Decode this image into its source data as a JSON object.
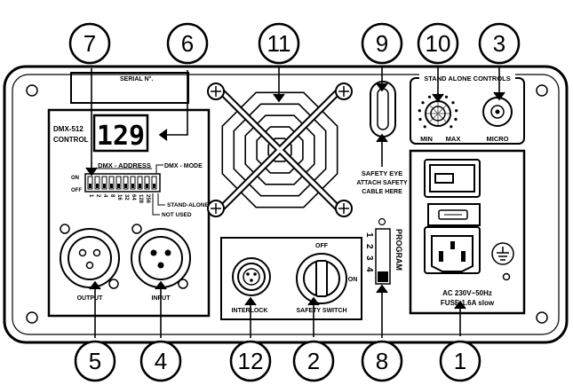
{
  "callouts": {
    "n1": "1",
    "n2": "2",
    "n3": "3",
    "n4": "4",
    "n5": "5",
    "n6": "6",
    "n7": "7",
    "n8": "8",
    "n9": "9",
    "n10": "10",
    "n11": "11",
    "n12": "12"
  },
  "serial_label": "SERIAL N°.",
  "dmx": {
    "title_line1": "DMX-512",
    "title_line2": "CONTROL",
    "display_value": "129",
    "address_label": "DMX - ADDRESS",
    "mode_label": "DMX - MODE",
    "on_label": "ON",
    "off_label": "OFF",
    "standalone_label": "STAND-ALONE",
    "not_used_label": "NOT USED",
    "switch_values": [
      "1",
      "2",
      "4",
      "8",
      "16",
      "32",
      "64",
      "128",
      "256"
    ]
  },
  "connectors": {
    "output_label": "OUTPUT",
    "input_label": "INPUT",
    "interlock_label": "INTERLOCK",
    "safety_switch_label": "SAFETY SWITCH",
    "off_label": "OFF",
    "on_label": "ON"
  },
  "program": {
    "label": "PROGRAM",
    "numbers": [
      "1",
      "2",
      "3",
      "4"
    ]
  },
  "safety_eye": {
    "line1": "SAFETY EYE",
    "line2": "ATTACH SAFETY",
    "line3": "CABLE HERE"
  },
  "standalone_controls": {
    "title": "STAND ALONE CONTROLS",
    "min_label": "MIN",
    "max_label": "MAX",
    "micro_label": "MICRO"
  },
  "power": {
    "line1": "AC 230V~50Hz",
    "line2": "FUSE 1.6A slow"
  }
}
